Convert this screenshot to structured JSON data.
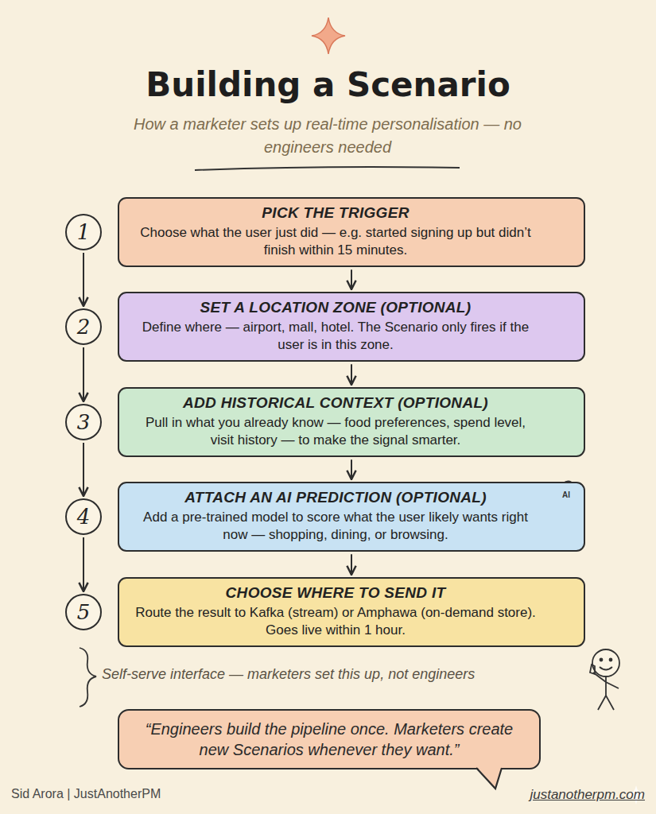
{
  "diagram": {
    "title": "Building a Scenario",
    "nodes": [
      {
        "text": [
          "1"
        ]
      },
      {
        "text": [
          "PICK THE TRIGGER",
          "Choose what the user just did — e.g. started signing up but didn’t finish within 15 minutes."
        ]
      },
      {
        "text": [
          "2"
        ]
      },
      {
        "text": [
          "SET A LOCATION ZONE (OPTIONAL)",
          "Define where — airport, mall, hotel. The Scenario only fires if the user is in this zone."
        ]
      },
      {
        "text": [
          "3"
        ]
      },
      {
        "text": [
          "ADD HISTORICAL CONTEXT (OPTIONAL)",
          "Pull in what you already know — food preferences, spend level, visit history — to make the signal smarter."
        ]
      },
      {
        "text": [
          "4"
        ]
      },
      {
        "text": [
          "ATTACH AN AI PREDICTION (OPTIONAL)",
          "Add a pre-trained model to score what the user likely wants right now — shopping, dining, or browsing."
        ]
      },
      {
        "text": [
          "5"
        ]
      },
      {
        "text": [
          "CHOOSE WHERE TO SEND IT",
          "Route the result to Kafka (stream) or Amphawa (on-demand store). Goes live within 1 hour."
        ]
      },
      {
        "text": [
          "“Engineers build the pipeline once. Marketers create new Scenarios whenever they want.”"
        ]
      }
    ],
    "edges": [
      {
        "from": 0,
        "to": 2,
        "arrow": "to"
      },
      {
        "from": 2,
        "to": 4,
        "arrow": "to"
      },
      {
        "from": 4,
        "to": 6,
        "arrow": "to"
      },
      {
        "from": 6,
        "to": 8,
        "arrow": "to"
      },
      {
        "from": 1,
        "to": 3,
        "arrow": "to"
      },
      {
        "from": 3,
        "to": 5,
        "arrow": "to"
      },
      {
        "from": 5,
        "to": 7,
        "arrow": "to"
      },
      {
        "from": 7,
        "to": 9,
        "arrow": "to"
      }
    ],
    "labels": [
      "How a marketer sets up real-time personalisation — no engineers needed",
      "AI",
      "Self-serve interface — marketers set this up, not engineers",
      "Sid Arora | JustAnotherPM",
      "justanotherpm.com"
    ]
  }
}
